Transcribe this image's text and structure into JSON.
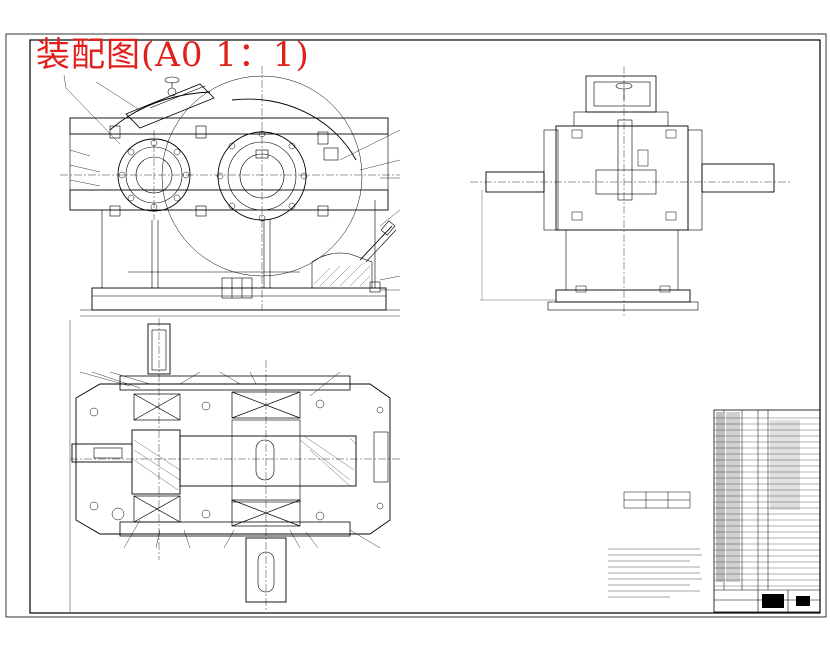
{
  "sheet": {
    "title": "装配图(A0 1：1)",
    "title_color": "#e0201a",
    "line_color": "#000000"
  },
  "views": [
    {
      "id": "front-view",
      "label": ""
    },
    {
      "id": "side-view",
      "label": ""
    },
    {
      "id": "top-section-view",
      "label": ""
    }
  ]
}
